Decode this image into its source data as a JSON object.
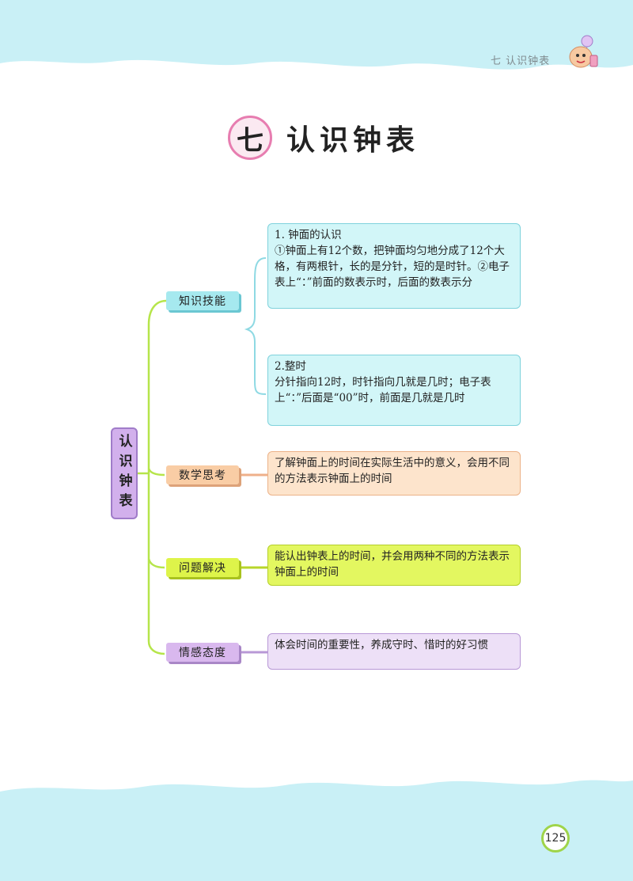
{
  "header": {
    "chapter": "七 认识钟表"
  },
  "title": {
    "number": "七",
    "text": "认识钟表"
  },
  "mindmap": {
    "root": "认识钟表",
    "branches": [
      {
        "label": "知识技能",
        "items": [
          {
            "heading": "1. 钟面的认识",
            "body": "①钟面上有12个数，把钟面均匀地分成了12个大格，有两根针，长的是分针，短的是时针。②电子表上“：”前面的数表示时，后面的数表示分"
          },
          {
            "heading": "2.整时",
            "body": "分针指向12时，时针指向几就是几时；电子表上“：”后面是“00”时，前面是几就是几时"
          }
        ]
      },
      {
        "label": "数学思考",
        "text": "了解钟面上的时间在实际生活中的意义，会用不同的方法表示钟面上的时间"
      },
      {
        "label": "问题解决",
        "text": "能认出钟表上的时间，并会用两种不同的方法表示钟面上的时间"
      },
      {
        "label": "情感态度",
        "text": "体会时间的重要性，养成守时、惜时的好习惯"
      }
    ]
  },
  "page_number": "125",
  "colors": {
    "wave": "#c9f0f6",
    "knowledge": "#a6e9ef",
    "thinking": "#f9cda5",
    "problem": "#def44a",
    "attitude": "#d9b8ee",
    "root": "#d2b0ec"
  }
}
